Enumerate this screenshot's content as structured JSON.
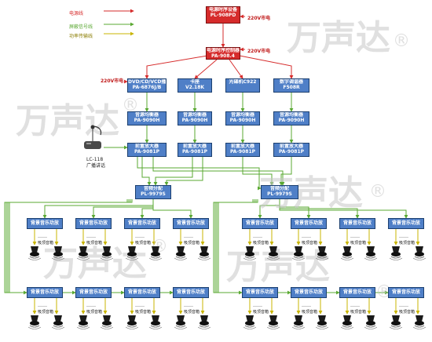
{
  "legend": [
    {
      "label": "电源线",
      "color": "#d62b2b"
    },
    {
      "label": "屏蔽信号线",
      "color": "#5aa832"
    },
    {
      "label": "功率传输线",
      "color": "#c8b400"
    }
  ],
  "watermark": {
    "text": "万声达",
    "mark": "®"
  },
  "power_labels": {
    "top": "220V市电",
    "sequencer": "220V市电",
    "dvd": "220V市电"
  },
  "top_device": {
    "line1": "电源时序设备",
    "line2": "PL-908PD"
  },
  "sequencer": {
    "line1": "电源时序控制器",
    "line2": "PA-908.4"
  },
  "sources": [
    {
      "line1": "DVD/CD/VCD播放机",
      "line2": "PA-6876J/B"
    },
    {
      "line1": "卡座",
      "line2": "V2.18K"
    },
    {
      "line1": "光碟机C922",
      "line2": ""
    },
    {
      "line1": "数字调谐器",
      "line2": "F508R"
    }
  ],
  "preamps": {
    "line1": "音源均衡器",
    "line2": "PA-9090H"
  },
  "mic": {
    "model": "LC-118",
    "label": "广播讲话"
  },
  "poweramp": {
    "line1": "前置放大器",
    "line2": "PA-9081P"
  },
  "zone_switch": {
    "line1": "音频分配",
    "line2": "PL-9979S"
  },
  "amplifier_label": "背景音乐功放",
  "speaker_dots": "……",
  "speaker_label": "吸顶音箱",
  "colors": {
    "box": "#4f7fc7",
    "power": "#d62b2b",
    "signal": "#5aa832",
    "speaker": "#c8b400"
  }
}
